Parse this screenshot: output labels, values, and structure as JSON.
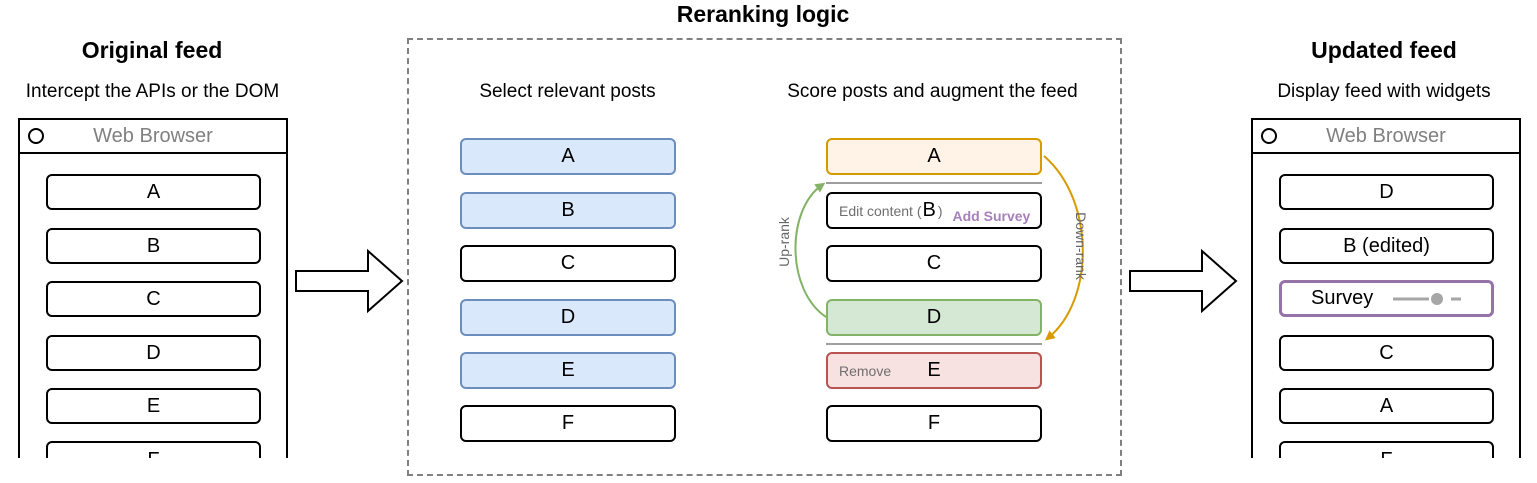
{
  "header": {
    "title": "Reranking logic"
  },
  "left": {
    "title": "Original feed",
    "subtitle": "Intercept the APIs or the DOM",
    "browser_title": "Web Browser",
    "posts": [
      "A",
      "B",
      "C",
      "D",
      "E",
      "F"
    ]
  },
  "middle": {
    "select": {
      "subtitle": "Select relevant posts",
      "posts": [
        "A",
        "B",
        "C",
        "D",
        "E",
        "F"
      ]
    },
    "score": {
      "subtitle": "Score posts and augment the feed",
      "posts": [
        "A",
        "B",
        "C",
        "D",
        "E",
        "F"
      ],
      "edit_label": "Edit content (",
      "edit_close": ")",
      "add_survey": "Add Survey",
      "remove_label": "Remove",
      "uprank": "Up-rank",
      "downrank": "Down-rank"
    }
  },
  "right": {
    "title": "Updated feed",
    "subtitle": "Display feed with widgets",
    "browser_title": "Web Browser",
    "posts": [
      "D",
      "B (edited)",
      "Survey",
      "C",
      "A",
      "F"
    ]
  },
  "colors": {
    "selected_fill": "#dae8fc",
    "selected_stroke": "#6c8ebf",
    "uprank": "#82b366",
    "downrank": "#d79b00",
    "remove_stroke": "#b85450",
    "survey_stroke": "#9673a6"
  }
}
